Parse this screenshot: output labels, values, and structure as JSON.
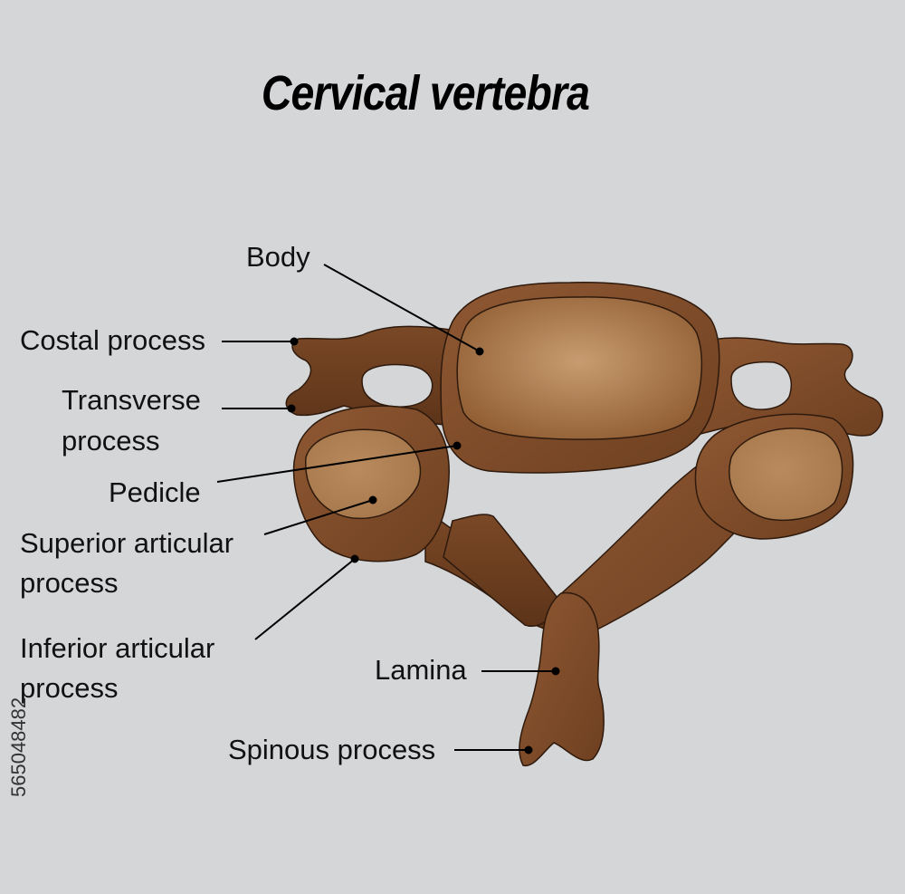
{
  "diagram": {
    "title": "Cervical vertebra",
    "labels": {
      "body": "Body",
      "costal_process": "Costal process",
      "transverse_process_line1": "Transverse",
      "transverse_process_line2": "process",
      "pedicle": "Pedicle",
      "superior_articular_line1": "Superior articular",
      "superior_articular_line2": "process",
      "inferior_articular_line1": "Inferior articular",
      "inferior_articular_line2": "process",
      "lamina": "Lamina",
      "spinous_process": "Spinous process"
    },
    "stock_id": "565048482"
  },
  "colors": {
    "background": "#d5d6d8",
    "bone_dark": "#6b3d1e",
    "bone_mid": "#8a5430",
    "body_face_center": "#c89c70",
    "outline": "#2e1a0d",
    "leader_line": "#000000"
  }
}
